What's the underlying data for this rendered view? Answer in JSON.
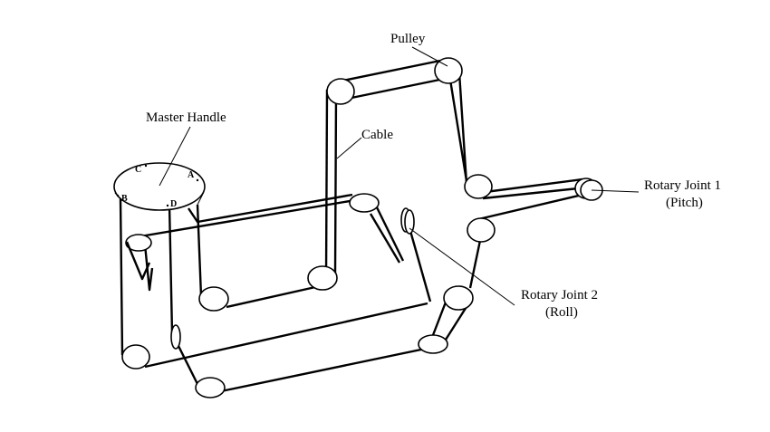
{
  "labels": {
    "pulley": "Pulley",
    "master_handle": "Master Handle",
    "cable": "Cable",
    "rotary_joint_1_line1": "Rotary Joint 1",
    "rotary_joint_1_line2": "(Pitch)",
    "rotary_joint_2_line1": "Rotary Joint 2",
    "rotary_joint_2_line2": "(Roll)"
  },
  "handle_points": {
    "a": "A",
    "b": "B",
    "c": "C",
    "d": "D"
  }
}
